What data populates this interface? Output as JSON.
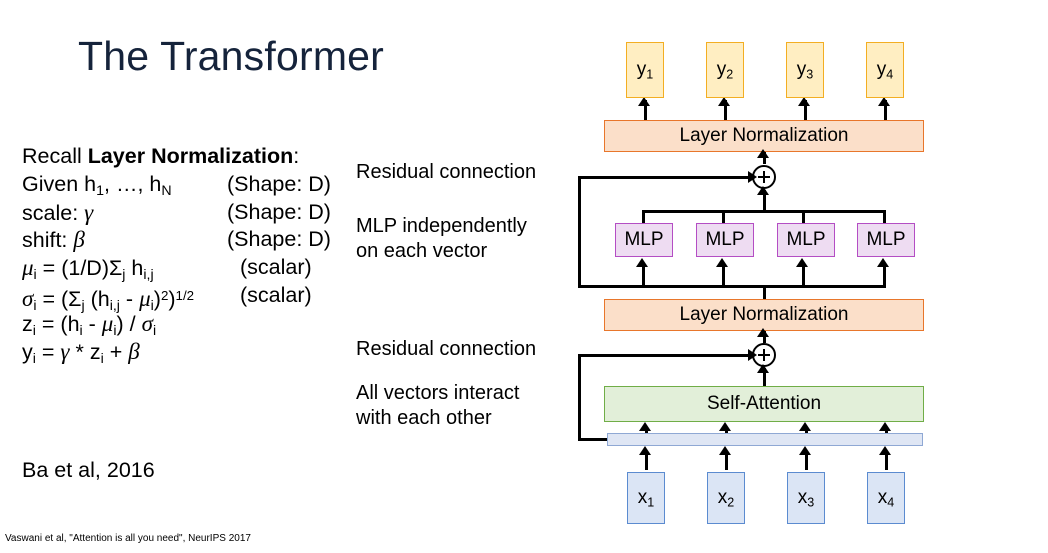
{
  "slide": {
    "title": "The Transformer",
    "footer_citation": "Vaswani et al, \"Attention is all you need\", NeurIPS 2017",
    "source_citation": "Ba et al, 2016"
  },
  "recall": {
    "line1_prefix": "Recall ",
    "line1_bold": "Layer Normalization",
    "line1_suffix": ":",
    "line2_left": "Given h",
    "line2_sub1": "1",
    "line2_mid": ", …, h",
    "line2_sub2": "N",
    "line2_right": "(Shape: D)",
    "line3_left": "scale: ",
    "line3_sym": "γ",
    "line3_right": "(Shape: D)",
    "line4_left": "shift: ",
    "line4_sym": "β",
    "line4_right": "(Shape: D)",
    "line5_right": "(scalar)",
    "line6_right": "(scalar)"
  },
  "annotations": {
    "residual_top": "Residual connection",
    "mlp_line1": "MLP independently",
    "mlp_line2": "on each vector",
    "residual_bottom": "Residual connection",
    "allvec_line1": "All vectors interact",
    "allvec_line2": "with each other"
  },
  "diagram": {
    "outputs": [
      "y",
      "y",
      "y",
      "y"
    ],
    "output_subs": [
      "1",
      "2",
      "3",
      "4"
    ],
    "inputs": [
      "x",
      "x",
      "x",
      "x"
    ],
    "input_subs": [
      "1",
      "2",
      "3",
      "4"
    ],
    "layer_norm_top": "Layer Normalization",
    "layer_norm_mid": "Layer Normalization",
    "self_attention": "Self-Attention",
    "mlps": [
      "MLP",
      "MLP",
      "MLP",
      "MLP"
    ]
  },
  "colors": {
    "title": "#15233b",
    "output_fill": "#ffeec2",
    "output_border": "#f3ae22",
    "input_fill": "#dbe5f5",
    "input_border": "#5b8bd0",
    "layernorm_fill": "#fbdfc9",
    "layernorm_border": "#e8762b",
    "mlp_fill": "#eedcf2",
    "mlp_border": "#b44dc4",
    "selfattention_fill": "#e2efd9",
    "selfattention_border": "#70ad47",
    "bar_fill": "#dfe6f4",
    "bar_border": "#8fa8d4",
    "connector": "#000000"
  }
}
